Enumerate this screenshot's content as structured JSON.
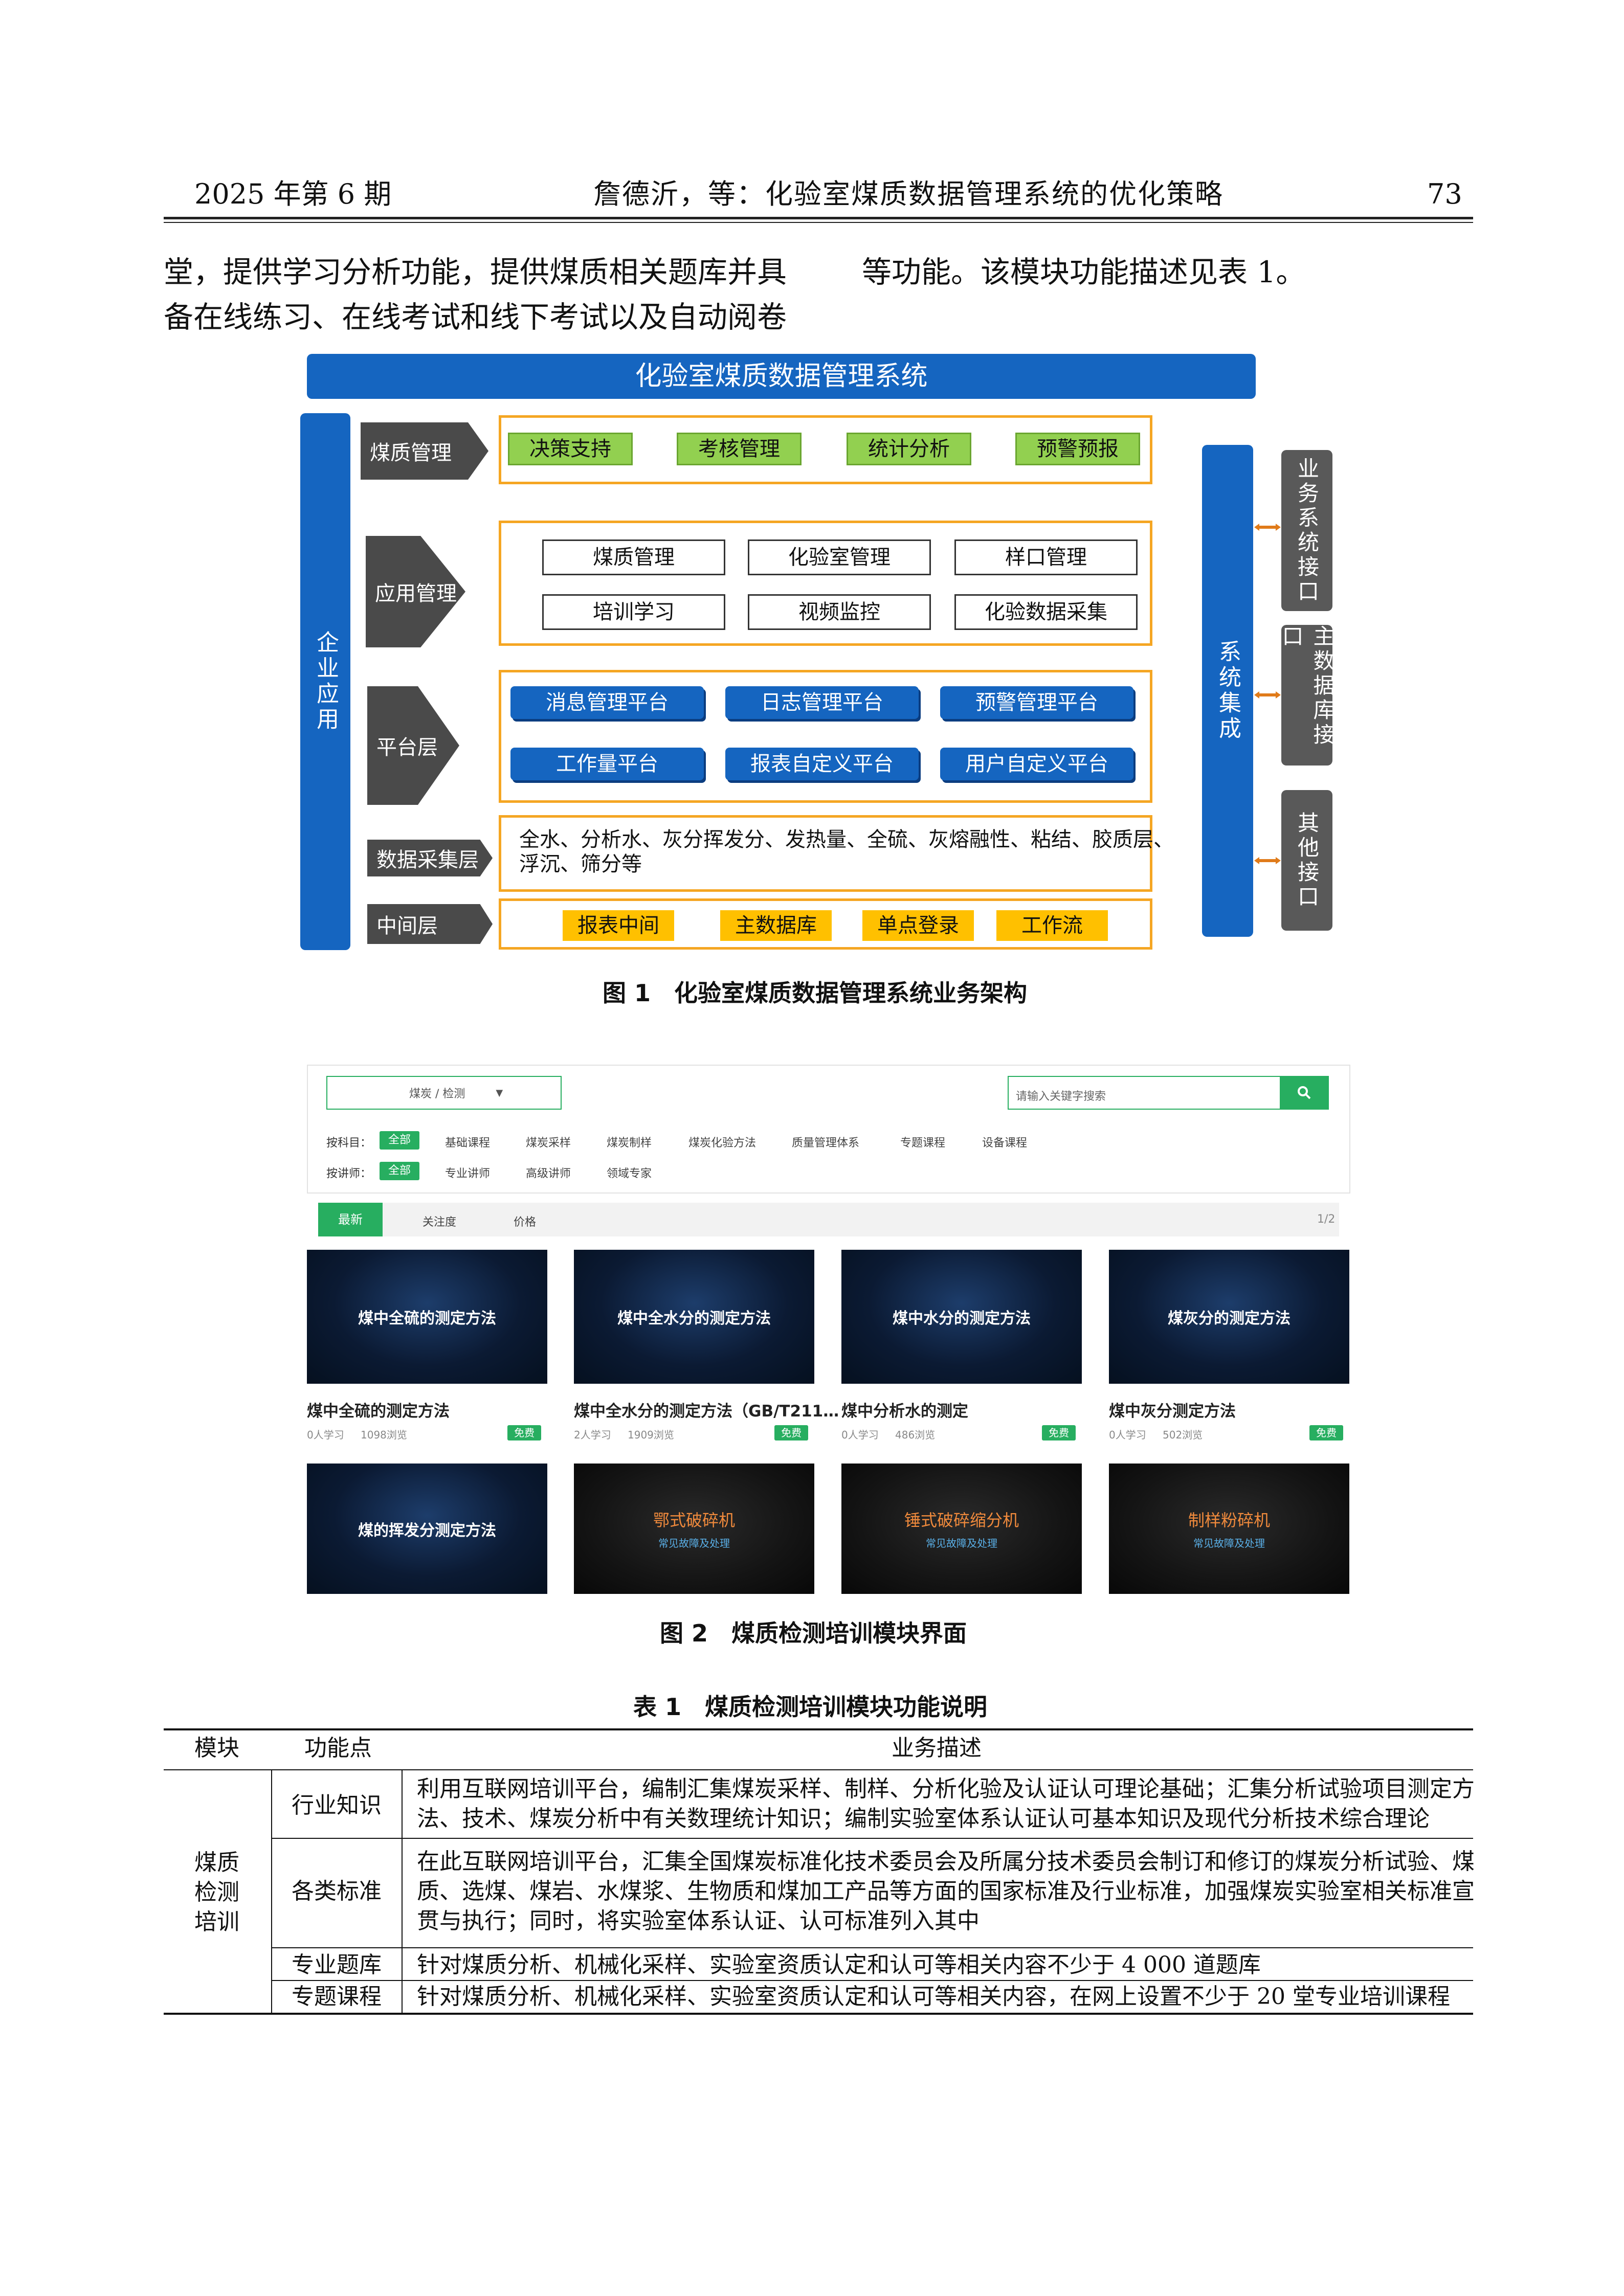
{
  "header": {
    "issue": "2025 年第 6 期",
    "running_title": "詹德沂，等：化验室煤质数据管理系统的优化策略",
    "page_number": "73"
  },
  "body": {
    "left_line1": "堂，提供学习分析功能，提供煤质相关题库并具",
    "left_line2": "备在线练习、在线考试和线下考试以及自动阅卷",
    "right_line1": "等功能。该模块功能描述见表 1。"
  },
  "figure1": {
    "title": "化验室煤质数据管理系统",
    "left_bar": "企业应用",
    "right_bar": "系统集成",
    "side_boxes": [
      "业务系统接口",
      "主数据库接口",
      "其他接口"
    ],
    "layers": [
      {
        "label": "煤质管理",
        "items": [
          "决策支持",
          "考核管理",
          "统计分析",
          "预警预报"
        ]
      },
      {
        "label": "应用管理",
        "items": [
          "煤质管理",
          "化验室管理",
          "样口管理",
          "培训学习",
          "视频监控",
          "化验数据采集"
        ]
      },
      {
        "label": "平台层",
        "items": [
          "消息管理平台",
          "日志管理平台",
          "预警管理平台",
          "工作量平台",
          "报表自定义平台",
          "用户自定义平台"
        ]
      },
      {
        "label": "数据采集层",
        "text_line1": "全水、分析水、灰分挥发分、发热量、全硫、灰熔融性、粘结、胶质层、",
        "text_line2": "浮沉、筛分等"
      },
      {
        "label": "中间层",
        "items": [
          "报表中间",
          "主数据库",
          "单点登录",
          "工作流"
        ]
      }
    ],
    "caption": "图 1　化验室煤质数据管理系统业务架构",
    "colors": {
      "blue": "#1565c0",
      "orange": "#f5a623",
      "green": "#92d050",
      "yellow": "#ffc000",
      "grey": "#4a4a4a"
    }
  },
  "figure2": {
    "category_select": "煤炭 / 检测",
    "search_placeholder": "请输入关键字搜索",
    "search_icon": "search-icon",
    "filter_subject_label": "按科目：",
    "filter_subject_options": [
      "全部",
      "基础课程",
      "煤炭采样",
      "煤炭制样",
      "煤炭化验方法",
      "质量管理体系",
      "专题课程",
      "设备课程"
    ],
    "filter_teacher_label": "按讲师：",
    "filter_teacher_options": [
      "全部",
      "专业讲师",
      "高级讲师",
      "领域专家"
    ],
    "sort_tabs": [
      "最新",
      "关注度",
      "价格"
    ],
    "pager": "1/2",
    "courses_row1": [
      {
        "thumb": "煤中全硫的测定方法",
        "title": "煤中全硫的测定方法",
        "learners": "0人学习",
        "views": "1098浏览",
        "price": "免费"
      },
      {
        "thumb": "煤中全水分的测定方法",
        "title": "煤中全水分的测定方法（GB/T211…",
        "learners": "2人学习",
        "views": "1909浏览",
        "price": "免费"
      },
      {
        "thumb": "煤中水分的测定方法",
        "title": "煤中分析水的测定",
        "learners": "0人学习",
        "views": "486浏览",
        "price": "免费"
      },
      {
        "thumb": "煤灰分的测定方法",
        "title": "煤中灰分测定方法",
        "learners": "0人学习",
        "views": "502浏览",
        "price": "免费"
      }
    ],
    "courses_row2": [
      {
        "thumb": "煤的挥发分测定方法",
        "sub": ""
      },
      {
        "thumb": "鄂式破碎机",
        "sub": "常见故障及处理"
      },
      {
        "thumb": "锤式破碎缩分机",
        "sub": "常见故障及处理"
      },
      {
        "thumb": "制样粉碎机",
        "sub": "常见故障及处理"
      }
    ],
    "caption": "图 2　煤质检测培训模块界面"
  },
  "table1": {
    "caption": "表 1　煤质检测培训模块功能说明",
    "headers": [
      "模块",
      "功能点",
      "业务描述"
    ],
    "module": [
      "煤质",
      "检测",
      "培训"
    ],
    "rows": [
      {
        "point": "行业知识",
        "lines": [
          "利用互联网培训平台，编制汇集煤炭采样、制样、分析化验及认证认可理论基础；汇集分析试验项目测定方",
          "法、技术、煤炭分析中有关数理统计知识；编制实验室体系认证认可基本知识及现代分析技术综合理论"
        ]
      },
      {
        "point": "各类标准",
        "lines": [
          "在此互联网培训平台，汇集全国煤炭标准化技术委员会及所属分技术委员会制订和修订的煤炭分析试验、煤",
          "质、选煤、煤岩、水煤浆、生物质和煤加工产品等方面的国家标准及行业标准，加强煤炭实验室相关标准宣",
          "贯与执行；同时，将实验室体系认证、认可标准列入其中"
        ]
      },
      {
        "point": "专业题库",
        "lines": [
          "针对煤质分析、机械化采样、实验室资质认定和认可等相关内容不少于 4 000 道题库"
        ]
      },
      {
        "point": "专题课程",
        "lines": [
          "针对煤质分析、机械化采样、实验室资质认定和认可等相关内容，在网上设置不少于 20 堂专业培训课程"
        ]
      }
    ]
  }
}
